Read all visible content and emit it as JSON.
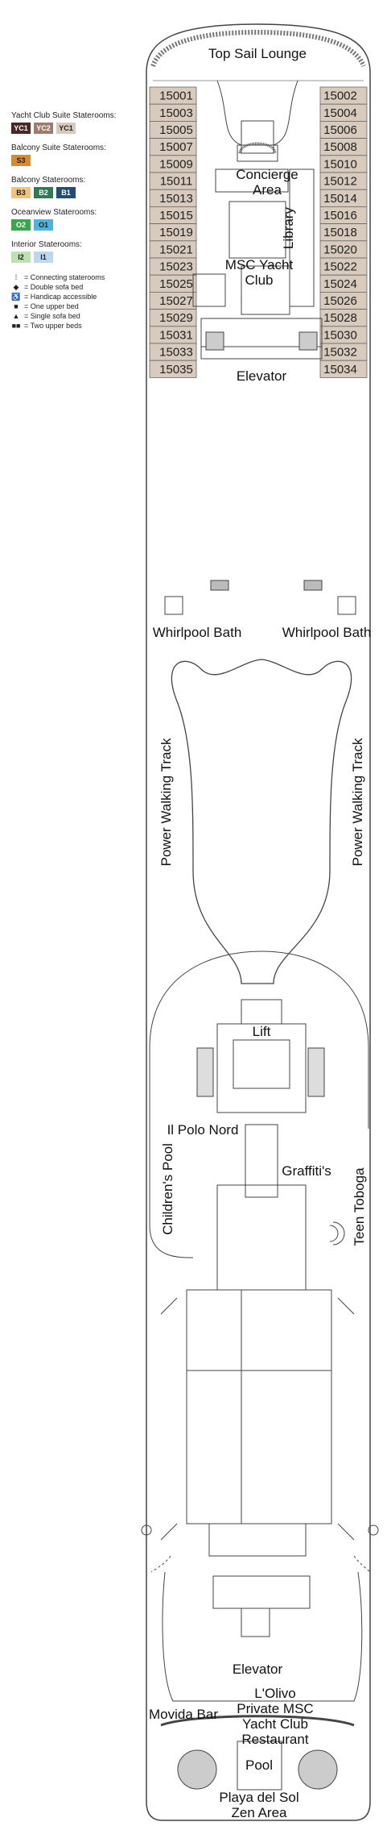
{
  "legend": {
    "groups": [
      {
        "title": "Yacht Club Suite Staterooms:",
        "chips": [
          {
            "code": "YC1",
            "color": "#4a2626",
            "text_color": "#ffffff"
          },
          {
            "code": "YC2",
            "color": "#a07a6a",
            "text_color": "#ffffff"
          },
          {
            "code": "YC1",
            "color": "#d8cbbd",
            "text_color": "#222222"
          }
        ]
      },
      {
        "title": "Balcony Suite Staterooms:",
        "chips": [
          {
            "code": "S3",
            "color": "#d98a2b",
            "text_color": "#222222"
          }
        ]
      },
      {
        "title": "Balcony Staterooms:",
        "chips": [
          {
            "code": "B3",
            "color": "#f2c27a",
            "text_color": "#222222"
          },
          {
            "code": "B2",
            "color": "#2e7b55",
            "text_color": "#ffffff"
          },
          {
            "code": "B1",
            "color": "#1f4e79",
            "text_color": "#ffffff"
          }
        ]
      },
      {
        "title": "Oceanview Staterooms:",
        "chips": [
          {
            "code": "O2",
            "color": "#3aa84a",
            "text_color": "#ffffff"
          },
          {
            "code": "O1",
            "color": "#4fb3e0",
            "text_color": "#222222"
          }
        ]
      },
      {
        "title": "Interior Staterooms:",
        "chips": [
          {
            "code": "I2",
            "color": "#bfe0b0",
            "text_color": "#222222"
          },
          {
            "code": "I1",
            "color": "#bcd8ef",
            "text_color": "#222222"
          }
        ]
      }
    ],
    "keys": [
      {
        "symbol": "⁞",
        "label": "= Connecting staterooms"
      },
      {
        "symbol": "◆",
        "label": "= Double sofa bed"
      },
      {
        "symbol": "♿",
        "label": "= Handicap accessible"
      },
      {
        "symbol": "■",
        "label": "= One upper bed"
      },
      {
        "symbol": "▲",
        "label": "= Single sofa bed"
      },
      {
        "symbol": "■■",
        "label": "= Two upper beds"
      }
    ]
  },
  "cabins": {
    "fill": "#d8cbbd",
    "left": [
      "15001",
      "15003",
      "15005",
      "15007",
      "15009",
      "15011",
      "15013",
      "15015",
      "15019",
      "15021",
      "15023",
      "15025",
      "15027",
      "15029",
      "15031",
      "15033",
      "15035"
    ],
    "right": [
      "15002",
      "15004",
      "15006",
      "15008",
      "15010",
      "15012",
      "15014",
      "15016",
      "15018",
      "15020",
      "15022",
      "15024",
      "15026",
      "15028",
      "15030",
      "15032",
      "15034"
    ]
  },
  "venues": {
    "top_sail_lounge": "Top Sail Lounge",
    "concierge_line1": "Concierge",
    "concierge_line2": "Area",
    "library": "Library",
    "msc_yacht_line1": "MSC Yacht",
    "msc_yacht_line2": "Club",
    "elevator_fwd": "Elevator",
    "whirlpool_left": "Whirlpool Bath",
    "whirlpool_right": "Whirlpool Bath",
    "power_track_left": "Power Walking Track",
    "power_track_right": "Power Walking Track",
    "lift": "Lift",
    "il_polo_nord": "Il Polo Nord",
    "childrens_pool": "Children's Pool",
    "graffitis": "Graffiti's",
    "teen_toboga": "Teen Toboga",
    "elevator_aft": "Elevator",
    "movida_bar": "Movida Bar",
    "lolivo_line1": "L'Olivo",
    "lolivo_line2": "Private MSC",
    "lolivo_line3": "Yacht Club",
    "lolivo_line4": "Restaurant",
    "pool": "Pool",
    "playa_line1": "Playa del Sol",
    "playa_line2": "Zen Area"
  }
}
